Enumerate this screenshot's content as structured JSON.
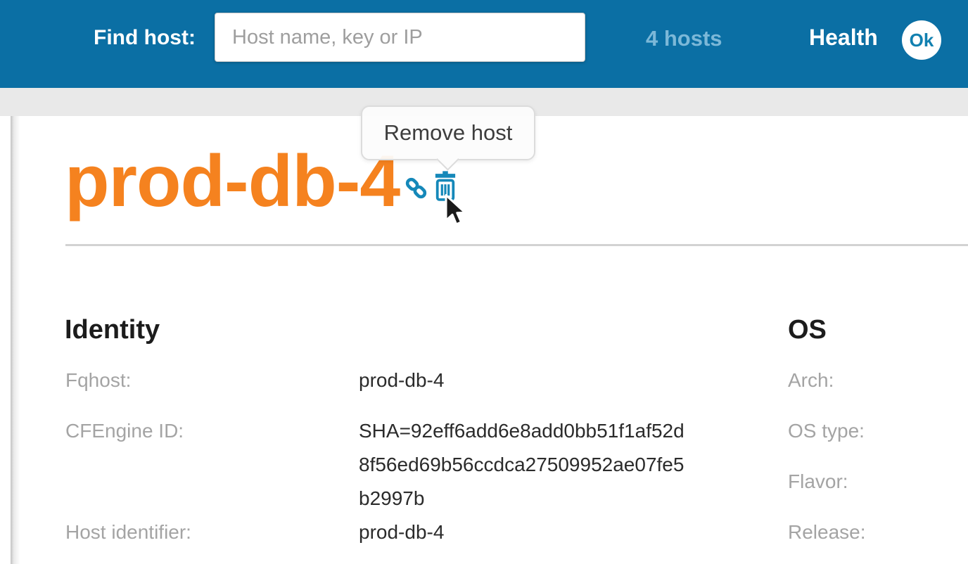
{
  "header": {
    "find_host_label": "Find host:",
    "search_placeholder": "Host name, key or IP",
    "search_value": "",
    "hosts_count": "4 hosts",
    "health_label": "Health",
    "health_status": "Ok"
  },
  "tooltip": {
    "text": "Remove host"
  },
  "host": {
    "title": "prod-db-4"
  },
  "icons": {
    "title_actions": [
      "link-icon",
      "trash-icon"
    ],
    "cursor": "mouse-pointer-icon",
    "health_badge": "ok-circle-badge"
  },
  "sections": {
    "identity": {
      "heading": "Identity",
      "rows": [
        {
          "label": "Fqhost:",
          "value": "prod-db-4"
        },
        {
          "label": "CFEngine ID:",
          "value": "SHA=92eff6add6e8add0bb51f1af52d8f56ed69b56ccdca27509952ae07fe5b2997b"
        },
        {
          "label": "Host identifier:",
          "value": "prod-db-4"
        }
      ]
    },
    "os": {
      "heading": "OS",
      "rows": [
        {
          "label": "Arch:",
          "value": ""
        },
        {
          "label": "OS type:",
          "value": ""
        },
        {
          "label": "Flavor:",
          "value": ""
        },
        {
          "label": "Release:",
          "value": ""
        }
      ]
    }
  },
  "colors": {
    "header_blue": "#0b6fa4",
    "accent_orange": "#f5821f",
    "icon_blue": "#1588b9",
    "hosts_link_blue": "#7cb8d8",
    "health_ok_bg": "#ffffff",
    "health_ok_text": "#1180b0",
    "label_gray": "#a4a4a4",
    "value_dark": "#2b2b2b",
    "strip_gray": "#e9e9e9",
    "divider_gray": "#d2d2d2"
  }
}
